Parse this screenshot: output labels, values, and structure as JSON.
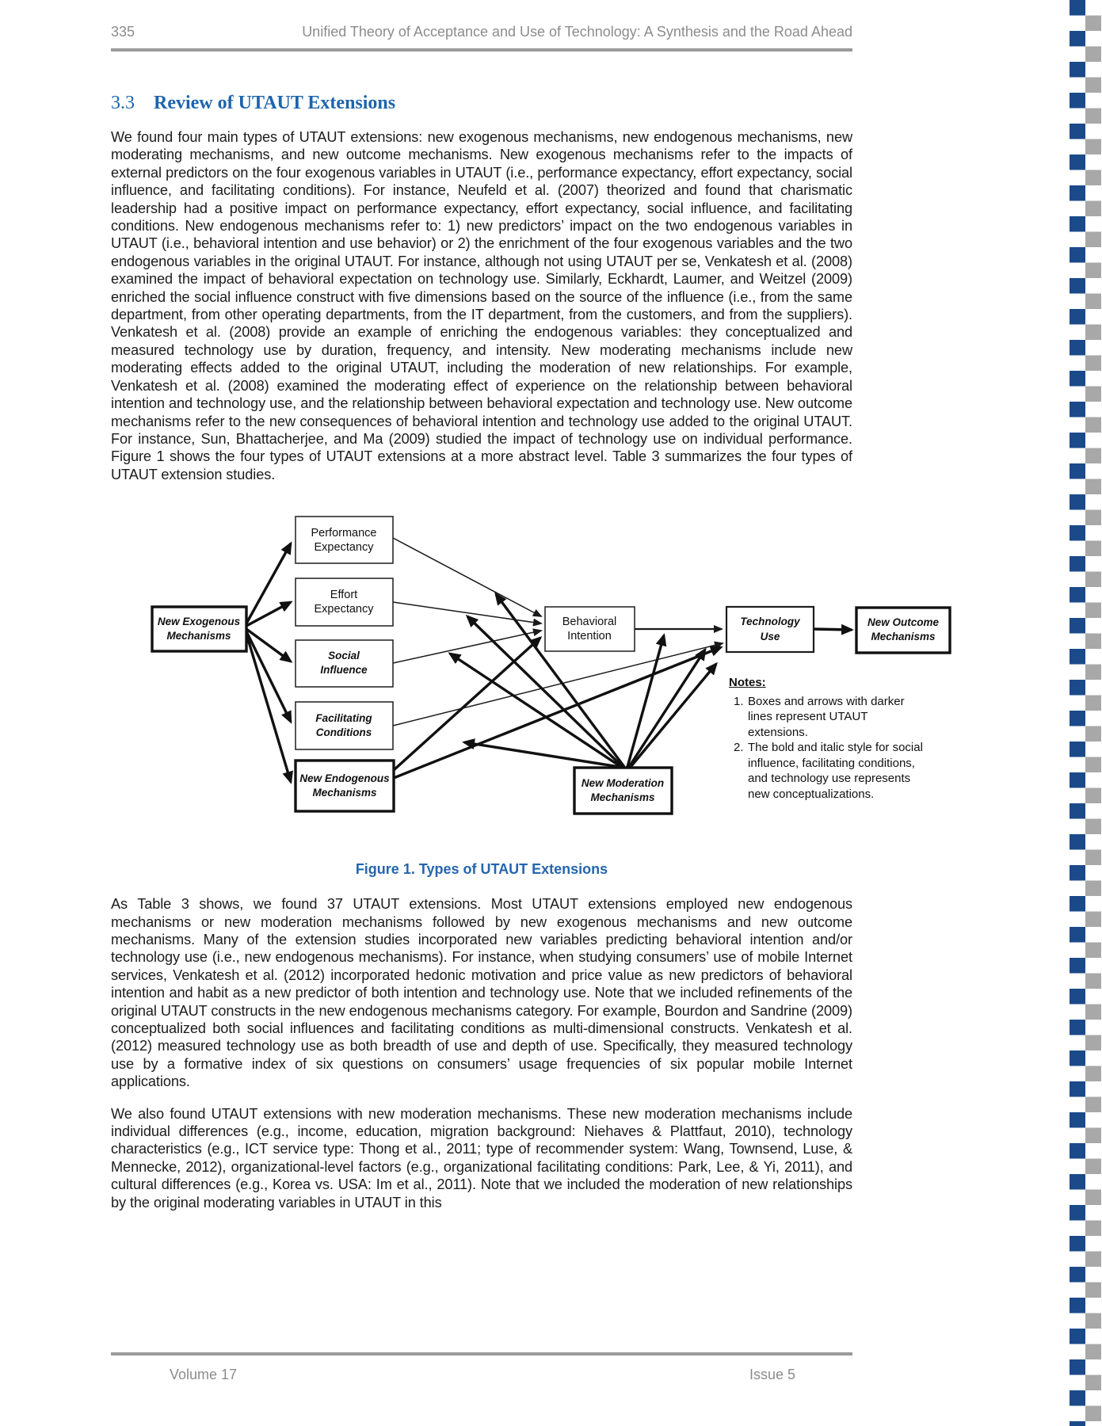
{
  "header": {
    "page_number": "335",
    "running_title": "Unified Theory of Acceptance and Use of Technology: A Synthesis and the Road Ahead"
  },
  "section": {
    "number": "3.3",
    "title": "Review of UTAUT Extensions"
  },
  "paragraphs": {
    "p1": "We found four main types of UTAUT extensions: new exogenous mechanisms, new endogenous mechanisms, new moderating mechanisms, and new outcome mechanisms. New exogenous mechanisms refer to the impacts of external predictors on the four exogenous variables in UTAUT (i.e., performance expectancy, effort expectancy, social influence, and facilitating conditions). For instance, Neufeld et al. (2007) theorized and found that charismatic leadership had a positive impact on performance expectancy, effort expectancy, social influence, and facilitating conditions. New endogenous mechanisms refer to: 1) new predictors’ impact on the two endogenous variables in UTAUT (i.e., behavioral intention and use behavior) or 2) the enrichment of the four exogenous variables and the two endogenous variables in the original UTAUT. For instance, although not using UTAUT per se, Venkatesh et al. (2008) examined the impact of behavioral expectation on technology use. Similarly, Eckhardt, Laumer, and Weitzel (2009) enriched the social influence construct with five dimensions based on the source of the influence (i.e., from the same department, from other operating departments, from the IT department, from the customers, and from the suppliers). Venkatesh et al. (2008) provide an example of enriching the endogenous variables: they conceptualized and measured technology use by duration, frequency, and intensity. New moderating mechanisms include new moderating effects added to the original UTAUT, including the moderation of new relationships. For example, Venkatesh et al. (2008) examined the moderating effect of experience on the relationship between behavioral intention and technology use, and the relationship between behavioral expectation and technology use. New outcome mechanisms refer to the new consequences of behavioral intention and technology use added to the original UTAUT. For instance, Sun, Bhattacherjee, and Ma (2009) studied the impact of technology use on individual performance. Figure 1 shows the four types of UTAUT extensions at a more abstract level. Table 3 summarizes the four types of UTAUT extension studies.",
    "p2": "As Table 3 shows, we found 37 UTAUT extensions. Most UTAUT extensions employed new endogenous mechanisms or new moderation mechanisms followed by new exogenous mechanisms and new outcome mechanisms. Many of the extension studies incorporated new variables predicting behavioral intention and/or technology use (i.e., new endogenous mechanisms). For instance, when studying consumers’ use of mobile Internet services, Venkatesh et al. (2012) incorporated hedonic motivation and price value as new predictors of behavioral intention and habit as a new predictor of both intention and technology use. Note that we included refinements of the original UTAUT constructs in the new endogenous mechanisms category. For example, Bourdon and Sandrine (2009) conceptualized both social influences and facilitating conditions as multi-dimensional constructs. Venkatesh et al. (2012) measured technology use as both breadth of use and depth of use. Specifically, they measured technology use by a formative index of six questions on consumers’ usage frequencies of six popular mobile Internet applications.",
    "p3": "We also found UTAUT extensions with new moderation mechanisms. These new moderation mechanisms include individual differences (e.g., income, education, migration background: Niehaves & Plattfaut, 2010), technology characteristics (e.g., ICT service type: Thong et al., 2011; type of recommender system: Wang, Townsend, Luse, & Mennecke, 2012), organizational-level factors (e.g., organizational facilitating conditions: Park, Lee, & Yi, 2011), and cultural differences (e.g., Korea vs. USA: Im et al., 2011). Note that we included the moderation of new relationships by the original moderating variables in UTAUT in this"
  },
  "figure": {
    "caption": "Figure 1. Types of UTAUT Extensions",
    "nodes": {
      "nexm": {
        "l1": "New Exogenous",
        "l2": "Mechanisms"
      },
      "pe": {
        "l1": "Performance",
        "l2": "Expectancy"
      },
      "ee": {
        "l1": "Effort",
        "l2": "Expectancy"
      },
      "si": {
        "l1": "Social",
        "l2": "Influence"
      },
      "fc": {
        "l1": "Facilitating",
        "l2": "Conditions"
      },
      "nendo": {
        "l1": "New Endogenous",
        "l2": "Mechanisms"
      },
      "bi": {
        "l1": "Behavioral",
        "l2": "Intention"
      },
      "tu": {
        "l1": "Technology",
        "l2": "Use"
      },
      "nout": {
        "l1": "New Outcome",
        "l2": "Mechanisms"
      },
      "nmm": {
        "l1": "New Moderation",
        "l2": "Mechanisms"
      }
    },
    "notes": {
      "heading": "Notes:",
      "markers": [
        "1.",
        "2."
      ],
      "items": [
        "Boxes and arrows with darker lines represent UTAUT extensions.",
        "The bold and italic style for social influence, facilitating conditions, and technology use represents new conceptualizations."
      ]
    }
  },
  "footer": {
    "volume": "Volume 17",
    "issue": "Issue 5"
  },
  "colors": {
    "accent_blue": "#1d64ad",
    "caption_blue": "#2565ae",
    "pattern_blue": "#1b4a8a",
    "pattern_gray": "#a8a8a8",
    "rule_gray": "#9a9a9a",
    "header_text_gray": "#8c8c8c"
  }
}
